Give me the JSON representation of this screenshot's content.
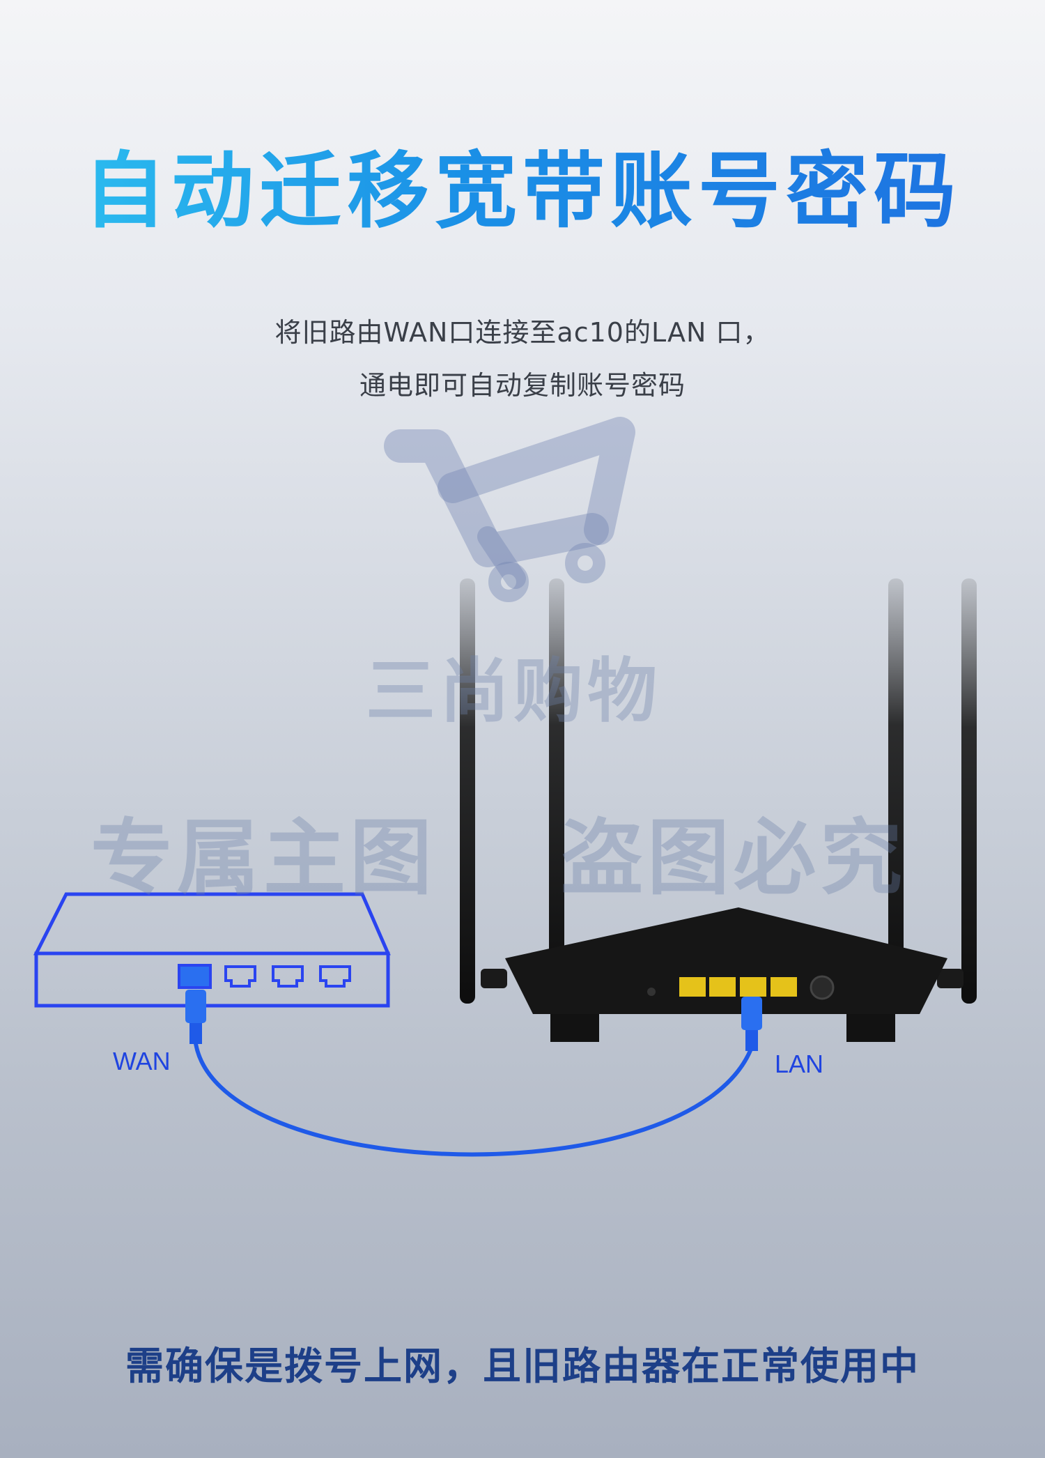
{
  "heading": "自动迁移宽带账号密码",
  "description": {
    "line1": "将旧路由WAN口连接至ac10的LAN 口，",
    "line2": "通电即可自动复制账号密码"
  },
  "watermark": {
    "brand": "三尚购物",
    "notice_left": "专属主图",
    "notice_right": "盗图必究"
  },
  "ports": {
    "wan": "WAN",
    "lan": "LAN"
  },
  "footer_note": "需确保是拨号上网，且旧路由器在正常使用中",
  "colors": {
    "title_gradient_start": "#2fc3f0",
    "title_gradient_end": "#1e6fe0",
    "cable_blue": "#1f5ae8",
    "router_outline": "#2a44f0",
    "lan_port_yellow": "#e5c21a",
    "footer_text": "#1d3f88"
  }
}
